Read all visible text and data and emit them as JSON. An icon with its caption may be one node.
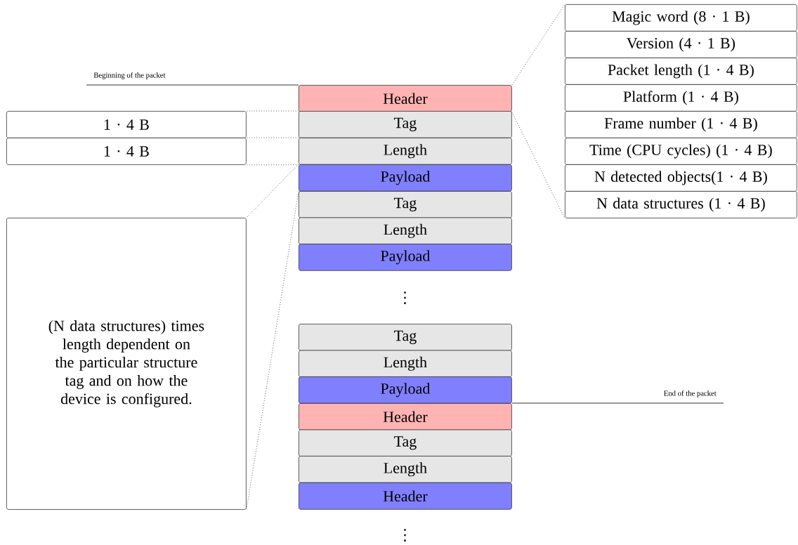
{
  "diagram": {
    "nodes": [
      {
        "text": [
          "Beginning of the packet"
        ]
      },
      {
        "text": [
          "Header"
        ]
      },
      {
        "text": [
          "Tag"
        ]
      },
      {
        "text": [
          "Length"
        ]
      },
      {
        "text": [
          "Payload"
        ]
      },
      {
        "text": [
          "Tag"
        ]
      },
      {
        "text": [
          "Length"
        ]
      },
      {
        "text": [
          "Payload"
        ]
      },
      {
        "text": [
          "Tag"
        ]
      },
      {
        "text": [
          "Length"
        ]
      },
      {
        "text": [
          "Payload"
        ]
      },
      {
        "text": [
          "Header"
        ]
      },
      {
        "text": [
          "Tag"
        ]
      },
      {
        "text": [
          "Length"
        ]
      },
      {
        "text": [
          "Header"
        ]
      },
      {
        "text": [
          "1 · 4 B"
        ]
      },
      {
        "text": [
          "1 · 4 B"
        ]
      },
      {
        "text": [
          "(N data structures) times length dependent on the particular structure tag and on how the device is configured."
        ]
      },
      {
        "text": [
          "Magic word (8 · 1 B)"
        ]
      },
      {
        "text": [
          "Version (4 · 1 B)"
        ]
      },
      {
        "text": [
          "Packet length (1 · 4 B)"
        ]
      },
      {
        "text": [
          "Platform (1 · 4 B)"
        ]
      },
      {
        "text": [
          "Frame number (1 · 4 B)"
        ]
      },
      {
        "text": [
          "Time (CPU cycles) (1 · 4 B)"
        ]
      },
      {
        "text": [
          "N detected objects(1 · 4 B)"
        ]
      },
      {
        "text": [
          "N data structures (1 · 4 B)"
        ]
      },
      {
        "text": [
          "End of the packet"
        ]
      }
    ],
    "edges": [
      {
        "from": 0,
        "to": 1,
        "arrow": "none"
      },
      {
        "from": 26,
        "to": 11,
        "arrow": "none"
      },
      {
        "from": 1,
        "to": 18,
        "arrow": "none",
        "style": "dashed"
      },
      {
        "from": 1,
        "to": 25,
        "arrow": "none",
        "style": "dashed"
      },
      {
        "from": 2,
        "to": 15,
        "arrow": "none",
        "style": "dashed"
      },
      {
        "from": 3,
        "to": 16,
        "arrow": "none",
        "style": "dashed"
      },
      {
        "from": 3,
        "to": 16,
        "arrow": "none",
        "style": "dashed"
      },
      {
        "from": 4,
        "to": 17,
        "arrow": "none",
        "style": "dashed"
      },
      {
        "from": 4,
        "to": 17,
        "arrow": "none",
        "style": "dashed"
      }
    ],
    "labels": [
      "⋮",
      "⋮"
    ]
  }
}
